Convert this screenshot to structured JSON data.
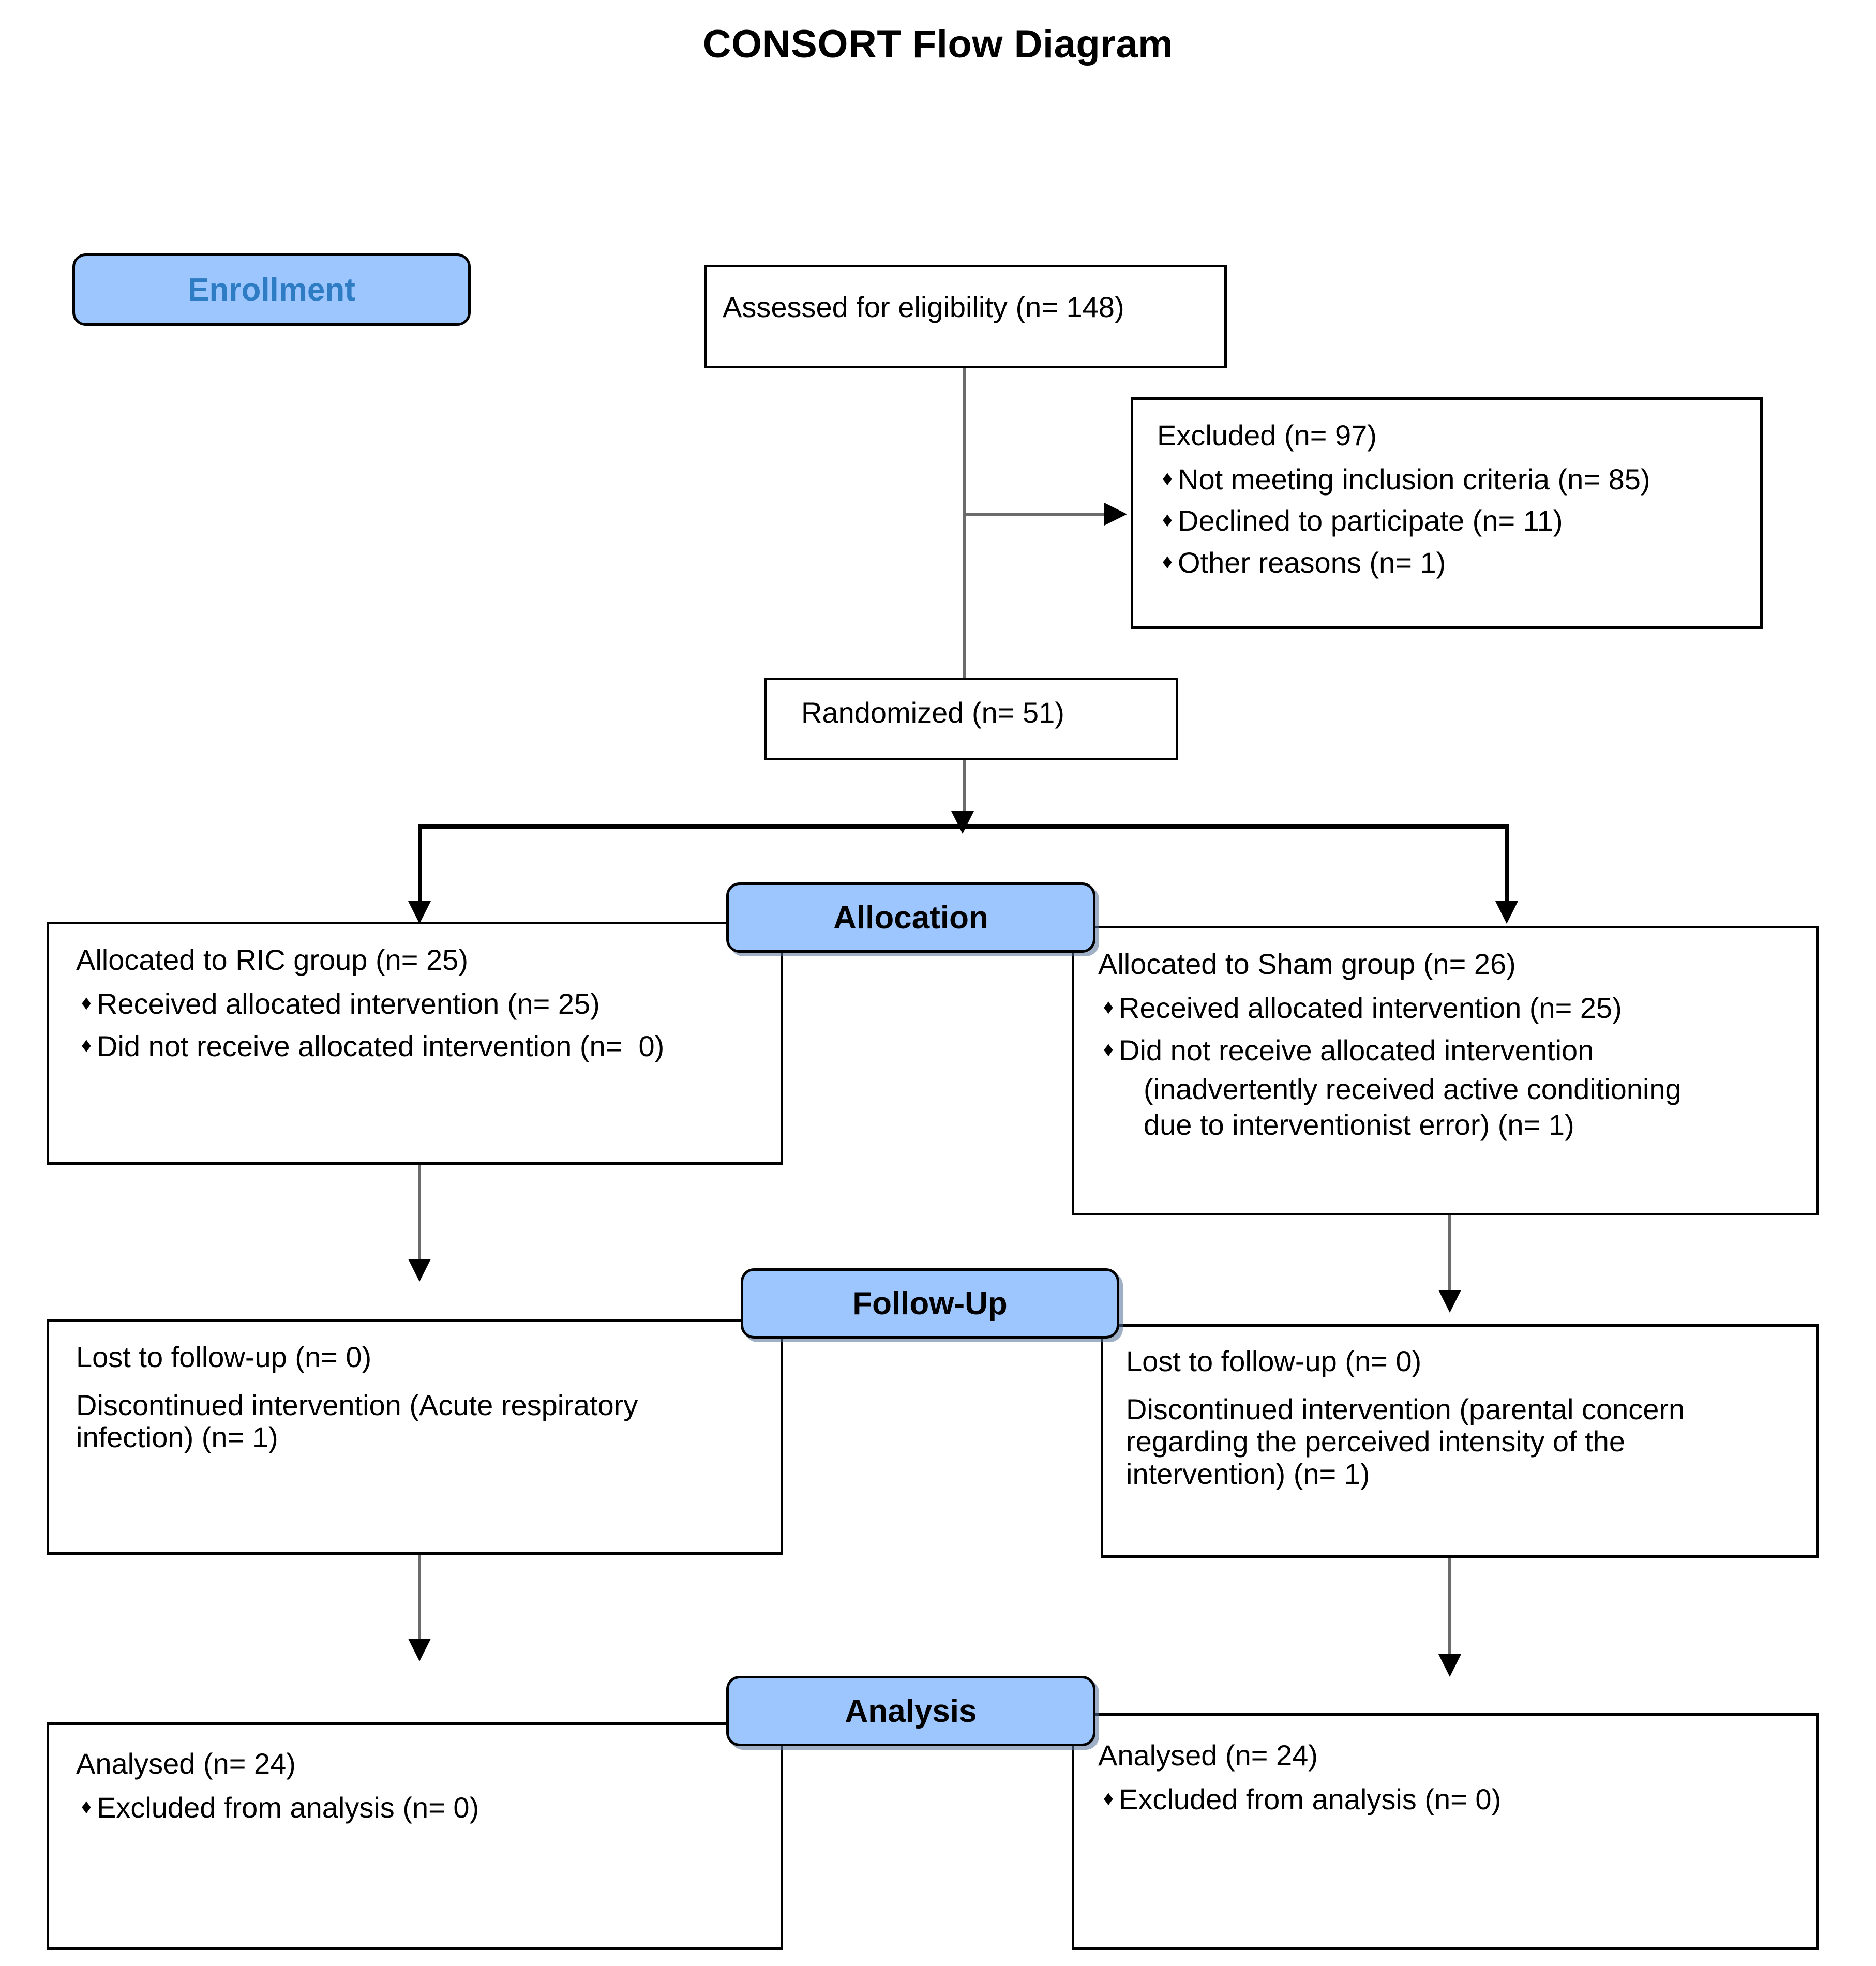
{
  "title": "CONSORT Flow Diagram",
  "colors": {
    "badge_fill": "#9DC6FE",
    "badge_border": "#000000",
    "enrollment_text": "#2E7CC4",
    "box_border": "#000000",
    "connector": "#6B6B6B",
    "background": "#FFFFFF"
  },
  "stages": {
    "enrollment": "Enrollment",
    "allocation": "Allocation",
    "followup": "Follow-Up",
    "analysis": "Analysis"
  },
  "bullet_glyph": "♦",
  "enrollment": {
    "assessed": "Assessed for eligibility (n= 148)",
    "excluded_heading": "Excluded (n= 97)",
    "excluded_reasons": [
      "Not meeting inclusion criteria (n= 85)",
      "Declined to participate (n= 11)",
      "Other reasons (n= 1)"
    ],
    "randomized": "Randomized (n= 51)"
  },
  "allocation": {
    "left": {
      "heading": "Allocated to RIC group (n= 25)",
      "bullets": [
        {
          "text": "Received allocated intervention (n= 25)",
          "continuation": []
        },
        {
          "text": "Did not receive allocated intervention (n=  0)",
          "continuation": []
        }
      ]
    },
    "right": {
      "heading": "Allocated to Sham group (n= 26)",
      "bullets": [
        {
          "text": "Received allocated intervention (n= 25)",
          "continuation": []
        },
        {
          "text": "Did not receive allocated intervention",
          "continuation": [
            "(inadvertently received active conditioning",
            "due to interventionist error) (n= 1)"
          ]
        }
      ]
    }
  },
  "followup": {
    "left": {
      "lost": "Lost to follow-up (n= 0)",
      "discontinued": "Discontinued intervention (Acute respiratory infection) (n= 1)"
    },
    "right": {
      "lost": "Lost to follow-up (n= 0)",
      "discontinued": "Discontinued intervention (parental concern regarding the perceived intensity of the intervention) (n= 1)"
    }
  },
  "analysis": {
    "left": {
      "heading": "Analysed (n= 24)",
      "bullets": [
        "Excluded from analysis (n= 0)"
      ]
    },
    "right": {
      "heading": "Analysed (n= 24)",
      "bullets": [
        "Excluded from analysis (n= 0)"
      ]
    }
  },
  "chart_data": {
    "type": "diagram",
    "title": "CONSORT Flow Diagram",
    "nodes": [
      {
        "id": "assessed",
        "stage": "Enrollment",
        "label": "Assessed for eligibility (n= 148)",
        "n": 148
      },
      {
        "id": "excluded",
        "stage": "Enrollment",
        "label": "Excluded (n= 97)",
        "n": 97,
        "children": [
          {
            "label": "Not meeting inclusion criteria (n= 85)",
            "n": 85
          },
          {
            "label": "Declined to participate (n= 11)",
            "n": 11
          },
          {
            "label": "Other reasons (n= 1)",
            "n": 1
          }
        ]
      },
      {
        "id": "randomized",
        "stage": "Enrollment",
        "label": "Randomized (n= 51)",
        "n": 51
      },
      {
        "id": "alloc_ric",
        "stage": "Allocation",
        "label": "Allocated to RIC group (n= 25)",
        "n": 25
      },
      {
        "id": "alloc_sham",
        "stage": "Allocation",
        "label": "Allocated to Sham group (n= 26)",
        "n": 26
      },
      {
        "id": "fu_ric",
        "stage": "Follow-Up",
        "label": "Lost to follow-up (n= 0)",
        "n": 0
      },
      {
        "id": "fu_sham",
        "stage": "Follow-Up",
        "label": "Lost to follow-up (n= 0)",
        "n": 0
      },
      {
        "id": "analysed_ric",
        "stage": "Analysis",
        "label": "Analysed (n= 24)",
        "n": 24
      },
      {
        "id": "analysed_sham",
        "stage": "Analysis",
        "label": "Analysed (n= 24)",
        "n": 24
      }
    ],
    "edges": [
      {
        "from": "assessed",
        "to": "excluded"
      },
      {
        "from": "assessed",
        "to": "randomized"
      },
      {
        "from": "randomized",
        "to": "alloc_ric"
      },
      {
        "from": "randomized",
        "to": "alloc_sham"
      },
      {
        "from": "alloc_ric",
        "to": "fu_ric"
      },
      {
        "from": "alloc_sham",
        "to": "fu_sham"
      },
      {
        "from": "fu_ric",
        "to": "analysed_ric"
      },
      {
        "from": "fu_sham",
        "to": "analysed_sham"
      }
    ]
  }
}
